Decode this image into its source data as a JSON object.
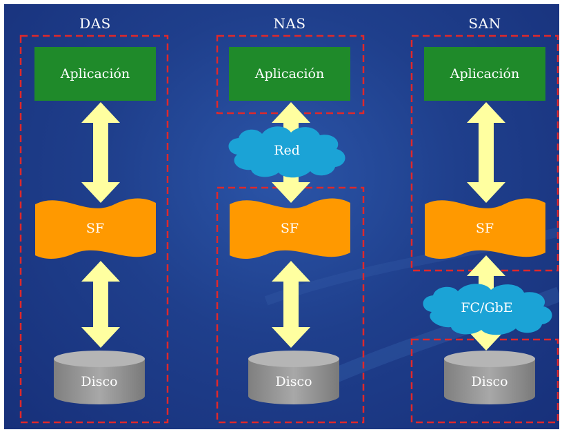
{
  "columns": [
    {
      "title": "DAS",
      "app_label": "Aplicación",
      "fs_label": "SF",
      "disk_label": "Disco"
    },
    {
      "title": "NAS",
      "app_label": "Aplicación",
      "fs_label": "SF",
      "disk_label": "Disco",
      "network_label": "Red"
    },
    {
      "title": "SAN",
      "app_label": "Aplicación",
      "fs_label": "SF",
      "disk_label": "Disco",
      "network_label": "FC/GbE"
    }
  ],
  "colors": {
    "background": "#1f3f8c",
    "app_box": "#1f8a2a",
    "fs_shape": "#ff9900",
    "disk": "#9a9a9a",
    "cloud": "#1ba3d6",
    "arrow": "#ffffa0",
    "dashed_border": "#e0282a"
  }
}
